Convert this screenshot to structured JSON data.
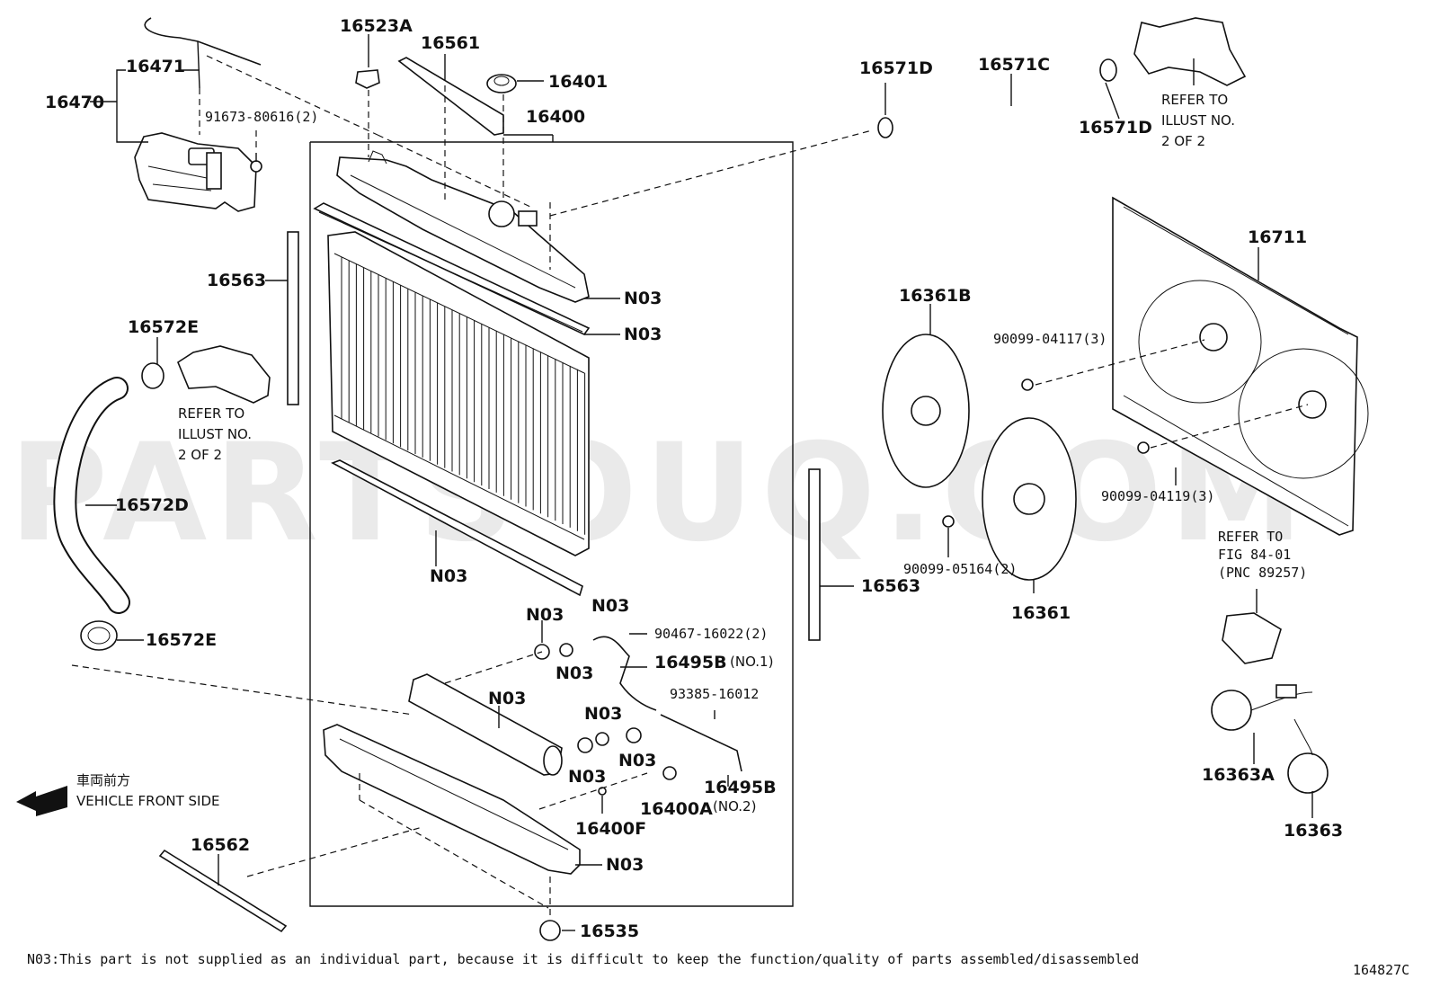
{
  "watermark": "PARTSOUQ.COM",
  "labels": {
    "p16471": "16471",
    "p16470": "16470",
    "p91673": "91673-80616(2)",
    "p16523a": "16523A",
    "p16561": "16561",
    "p16401": "16401",
    "p16400": "16400",
    "p16571d_a": "16571D",
    "p16571c": "16571C",
    "p16571d_b": "16571D",
    "refer_top_1": "REFER TO",
    "refer_top_2": "ILLUST NO.",
    "refer_top_3": "2 OF 2",
    "p16563_a": "16563",
    "n03_1": "N03",
    "n03_2": "N03",
    "p16572e_a": "16572E",
    "refer_left_1": "REFER TO",
    "refer_left_2": "ILLUST NO.",
    "refer_left_3": "2 OF 2",
    "p16711": "16711",
    "p16361b": "16361B",
    "p90099_04117": "90099-04117(3)",
    "p90099_04119": "90099-04119(3)",
    "p16572d": "16572D",
    "n03_3": "N03",
    "p16563_b": "16563",
    "p90099_05164": "90099-05164(2)",
    "p16361": "16361",
    "refer_fig_1": "REFER TO",
    "refer_fig_2": "FIG 84-01",
    "refer_fig_3": "(PNC 89257)",
    "n03_4": "N03",
    "n03_5": "N03",
    "p90467": "90467-16022(2)",
    "p16572e_b": "16572E",
    "n03_6": "N03",
    "p16495b_1": "16495B",
    "p16495b_1_suffix": "(NO.1)",
    "n03_7": "N03",
    "p93385": "93385-16012",
    "n03_8": "N03",
    "n03_9": "N03",
    "n03_10": "N03",
    "p16363a": "16363A",
    "front_jp": "車両前方",
    "front_en": "VEHICLE FRONT SIDE",
    "p16495b_2": "16495B",
    "p16495b_2_suffix": "(NO.2)",
    "p16400a": "16400A",
    "p16400f": "16400F",
    "p16363": "16363",
    "p16562": "16562",
    "n03_11": "N03",
    "p16535": "16535"
  },
  "footnote": "N03:This part is not supplied as an individual part, because it is difficult to keep the function/quality of parts assembled/disassembled",
  "illustration_number": "164827C"
}
